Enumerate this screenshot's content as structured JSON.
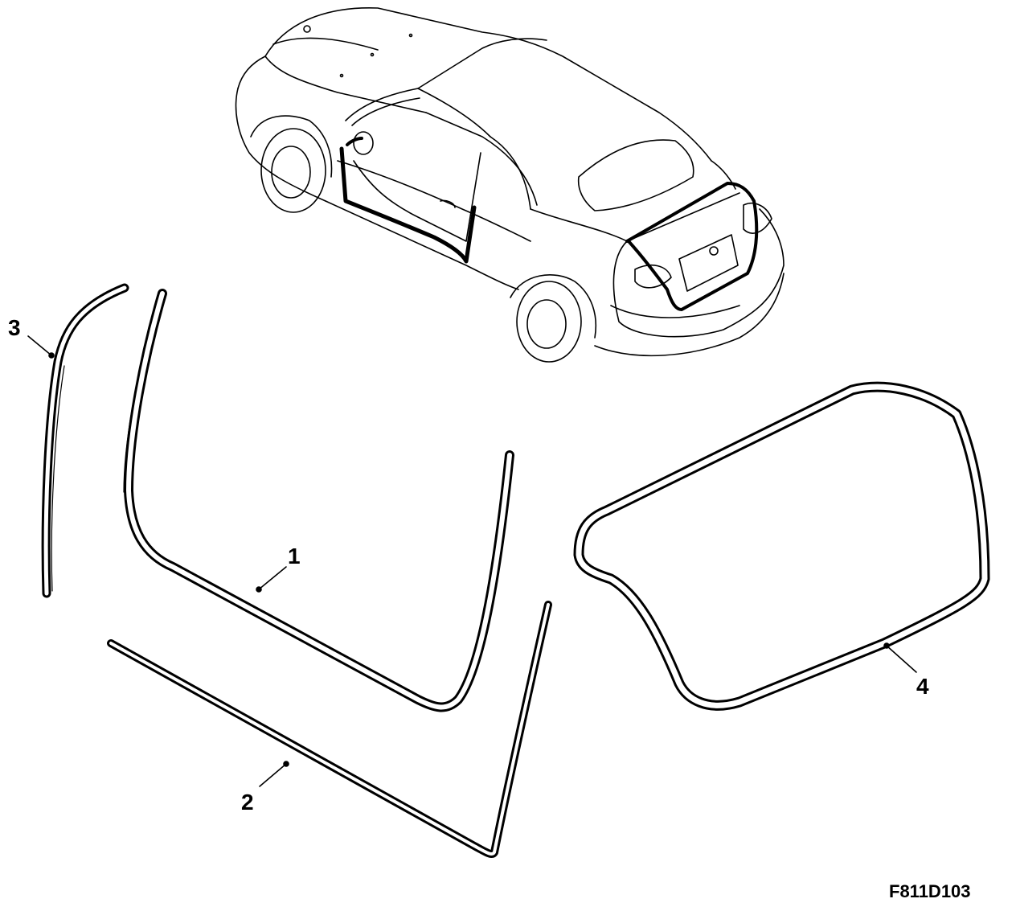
{
  "callouts": {
    "part1": "1",
    "part2": "2",
    "part3": "3",
    "part4": "4"
  },
  "figure_code": "F811D103",
  "colors": {
    "line": "#000000",
    "background": "#ffffff"
  }
}
